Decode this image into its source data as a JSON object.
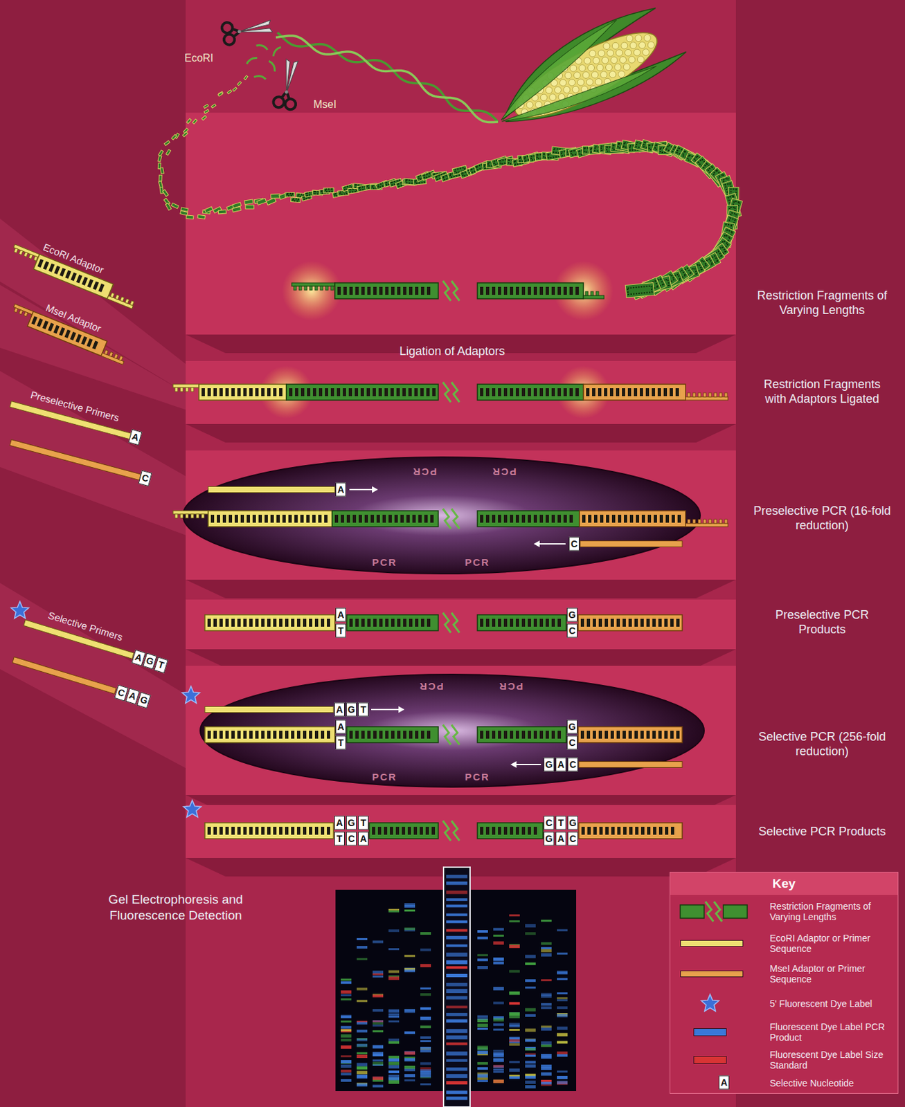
{
  "diagram": {
    "nodes": [
      {
        "text": [
          "Key"
        ]
      }
    ],
    "labels": [
      "EcoRI",
      "MseI",
      "EcoRI Adaptor",
      "MseI Adaptor",
      "Preselective Primers",
      "A",
      "C",
      "Restriction Fragments of Varying Lengths",
      "Ligation of Adaptors",
      "Restriction Fragments with Adaptors Ligated",
      "A",
      "C",
      "PCR",
      "PCR",
      "PCR",
      "PCR",
      "Preselective PCR (16-fold reduction)",
      "A",
      "T",
      "G",
      "C",
      "Preselective PCR Products",
      "Selective Primers",
      "A",
      "G",
      "T",
      "C",
      "A",
      "G",
      "A",
      "G",
      "T",
      "A",
      "T",
      "G",
      "C",
      "G",
      "A",
      "C",
      "PCR",
      "PCR",
      "PCR",
      "PCR",
      "Selective PCR (256-fold reduction)",
      "A",
      "G",
      "T",
      "T",
      "C",
      "A",
      "C",
      "T",
      "G",
      "G",
      "A",
      "C",
      "Selective PCR Products",
      "Gel Electrophoresis and Fluorescence Detection",
      "A"
    ],
    "legend": [
      {
        "text": "Restriction Fragments of Varying Lengths"
      },
      {
        "text": "EcoRI Adaptor or Primer Sequence",
        "color": "#efe072"
      },
      {
        "text": "MseI Adaptor or Primer Sequence",
        "color": "#e8a24c"
      },
      {
        "text": "5' Fluorescent Dye Label"
      },
      {
        "text": "Fluorescent Dye Label PCR Product",
        "color": "#3a78d8"
      },
      {
        "text": "Fluorescent Dye Label Size Standard",
        "color": "#d83434"
      },
      {
        "text": "Selective Nucleotide"
      }
    ]
  }
}
